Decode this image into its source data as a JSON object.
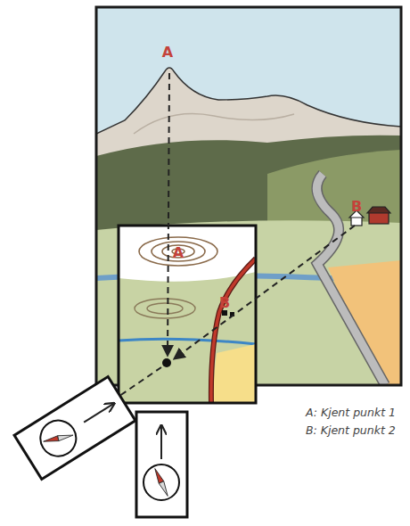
{
  "diagram": {
    "labels": [
      "A",
      "B",
      "A",
      "B",
      "A: Kjent punkt 1",
      "B: Kjent punkt 2"
    ]
  }
}
